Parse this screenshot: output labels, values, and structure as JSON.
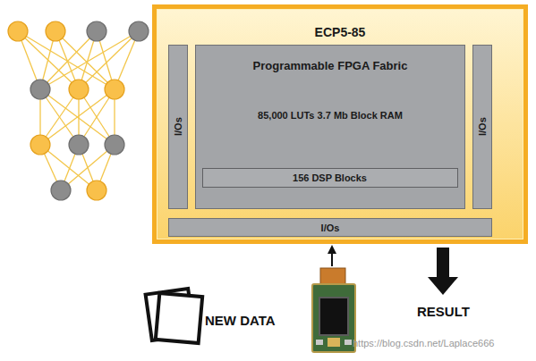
{
  "diagram": {
    "nodes": [
      {
        "text": [
          "ECP5-85"
        ]
      },
      {
        "text": [
          "I/Os"
        ],
        "in": 0
      },
      {
        "text": [
          "Programmable FPGA Fabric",
          "85,000 LUTs 3.7 Mb Block RAM"
        ],
        "in": 0
      },
      {
        "text": [
          "156 DSP Blocks"
        ],
        "in": 2
      },
      {
        "text": [
          "I/Os"
        ],
        "in": 0
      },
      {
        "text": [
          "I/Os"
        ],
        "in": 0
      }
    ],
    "labels": [
      "NEW DATA",
      "RESULT",
      "https://blog.csdn.net/Laplace666"
    ]
  }
}
